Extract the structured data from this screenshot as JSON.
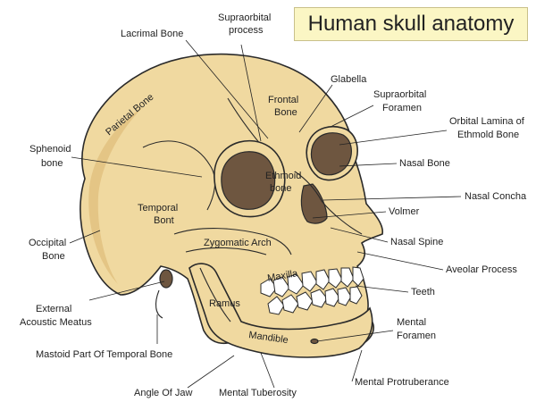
{
  "title": "Human skull anatomy",
  "labels": {
    "lacrimal_bone": "Lacrimal Bone",
    "supraorbital_process_1": "Supraorbital",
    "supraorbital_process_2": "process",
    "glabella": "Glabella",
    "supraorbital_foramen_1": "Supraorbital",
    "supraorbital_foramen_2": "Foramen",
    "orbital_lamina_1": "Orbital Lamina of",
    "orbital_lamina_2": "Ethmold Bone",
    "nasal_bone": "Nasal Bone",
    "nasal_concha": "Nasal Concha",
    "volmer": "Volmer",
    "nasal_spine": "Nasal Spine",
    "aveolar_process": "Aveolar Process",
    "teeth": "Teeth",
    "mental_foramen_1": "Mental",
    "mental_foramen_2": "Foramen",
    "mental_protruberance": "Mental Protruberance",
    "mental_tuberosity": "Mental Tuberosity",
    "angle_of_jaw": "Angle Of Jaw",
    "mastoid_part": "Mastoid Part Of Temporal Bone",
    "external_acoustic_1": "External",
    "external_acoustic_2": "Acoustic Meatus",
    "occipital_1": "Occipital",
    "occipital_2": "Bone",
    "sphenoid_1": "Sphenoid",
    "sphenoid_2": "bone",
    "parietal_bone": "Parietal Bone",
    "frontal_1": "Frontal",
    "frontal_2": "Bone",
    "ethmoid_1": "Ethmoid",
    "ethmoid_2": "bone",
    "temporal_1": "Temporal",
    "temporal_2": "Bont",
    "zygomatic_arch": "Zygomatic Arch",
    "maxilla": "Maxilla",
    "ramus": "Ramus",
    "mandible": "Mandible"
  }
}
